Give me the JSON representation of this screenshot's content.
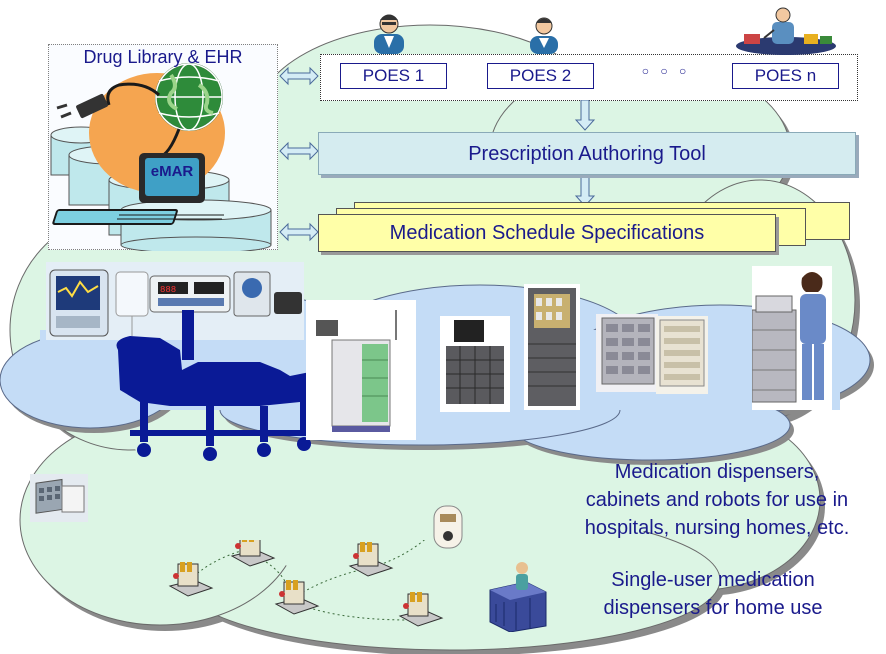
{
  "drug_library": {
    "title": "Drug Library & EHR",
    "emar_label": "eMAR"
  },
  "poes": {
    "items": [
      "POES 1",
      "POES 2",
      "POES n"
    ],
    "ellipsis": "○ ○ ○"
  },
  "prescription_tool": {
    "label": "Prescription Authoring Tool"
  },
  "medication_schedule": {
    "label": "Medication Schedule Specifications"
  },
  "dispensers": {
    "line1": "Medication dispensers,",
    "line2": "cabinets and robots for use in",
    "line3": "hospitals, nursing homes, etc."
  },
  "home_use": {
    "line1": "Single-user medication",
    "line2": "dispensers for home use"
  },
  "colors": {
    "cloud_green": "#dcf5e4",
    "cloud_blue": "#c4dcf6",
    "bed_blue": "#0a1a96",
    "text_blue": "#1a1a8c",
    "prescription_fill": "#d5ecf0",
    "schedule_fill": "#ffffa8",
    "globe_orange": "#f5a550"
  },
  "icons": [
    "person-icon",
    "double-arrow-icon",
    "down-arrow-icon",
    "globe-icon",
    "computer-icon",
    "hospital-bed-icon",
    "medication-cart-icon",
    "home-dispenser-icon"
  ]
}
